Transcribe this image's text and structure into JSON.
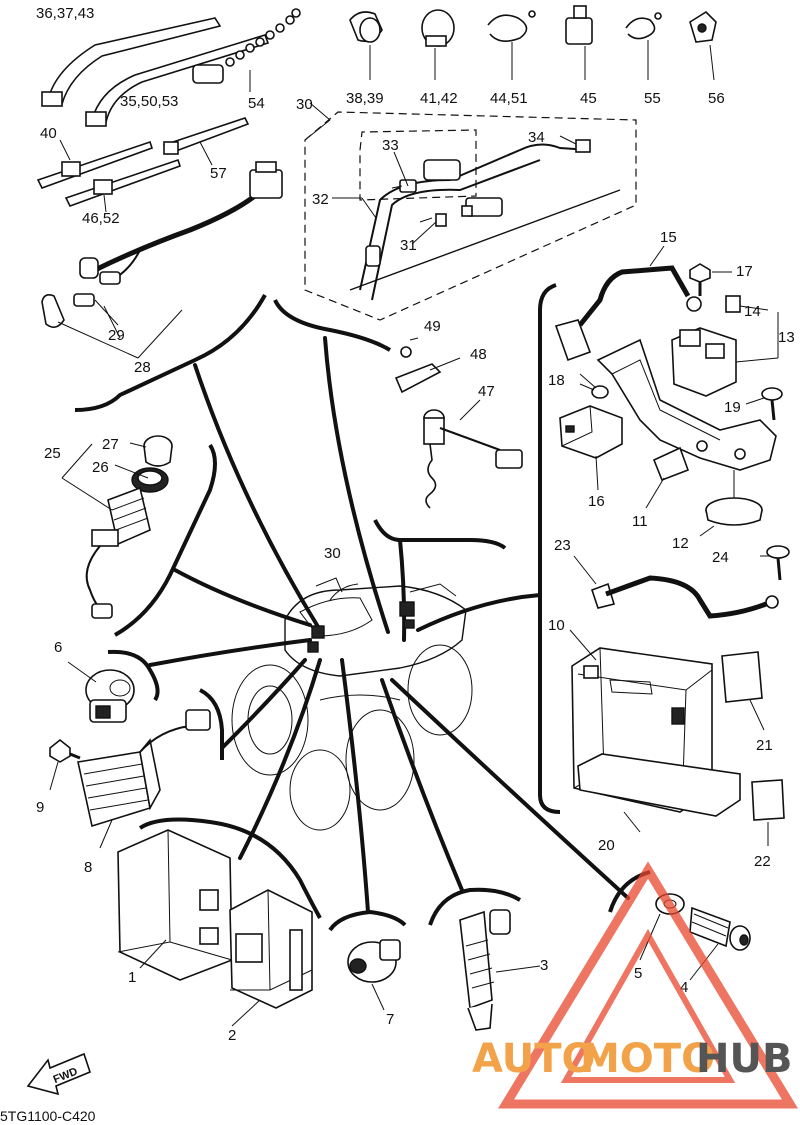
{
  "diagram_code": "5TG1100-C420",
  "direction_label": "FWD",
  "callouts": {
    "c1": "1",
    "c2": "2",
    "c3": "3",
    "c4": "4",
    "c5": "5",
    "c6": "6",
    "c7": "7",
    "c8": "8",
    "c9": "9",
    "c10": "10",
    "c11": "11",
    "c12": "12",
    "c13": "13",
    "c14": "14",
    "c15": "15",
    "c16": "16",
    "c17": "17",
    "c18": "18",
    "c19": "19",
    "c20": "20",
    "c21": "21",
    "c22": "22",
    "c23": "23",
    "c24": "24",
    "c25": "25",
    "c26": "26",
    "c27": "27",
    "c28": "28",
    "c29": "29",
    "c30a": "30",
    "c30b": "30",
    "c31": "31",
    "c32": "32",
    "c33": "33",
    "c34": "34",
    "c36": "36,37,43",
    "c35": "35,50,53",
    "c38": "38,39",
    "c40": "40",
    "c41": "41,42",
    "c44": "44,51",
    "c45": "45",
    "c46": "46,52",
    "c47": "47",
    "c48": "48",
    "c49": "49",
    "c54": "54",
    "c55": "55",
    "c56": "56",
    "c57": "57"
  },
  "watermark": {
    "auto": "AUTO",
    "moto": "MOTO",
    "hub": "HUB",
    "color_primary": "#f2a34a",
    "color_secondary": "#555555",
    "color_mark": "#e8472e"
  }
}
